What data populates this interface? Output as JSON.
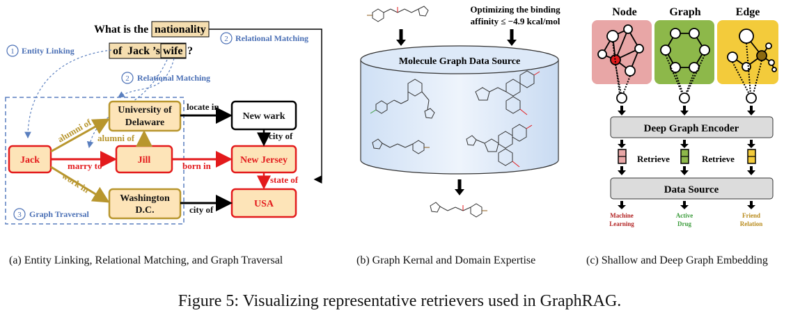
{
  "panel_a": {
    "question": {
      "w1": "What is the",
      "w2": "nationality",
      "w3": "of",
      "w4": "Jack ’s",
      "w5": "wife",
      "w6": "?"
    },
    "tags": {
      "n1": "1",
      "entity_linking": "Entity Linking",
      "n2": "2",
      "relational_matching": "Relational Matching",
      "n3": "3",
      "graph_traversal": "Graph Traversal"
    },
    "nodes": {
      "jack": "Jack",
      "udel_1": "University of",
      "udel_2": "Delaware",
      "jill": "Jill",
      "wdc_1": "Washington",
      "wdc_2": "D.C.",
      "newwark": "New wark",
      "newjersey": "New Jersey",
      "usa": "USA"
    },
    "edges": {
      "alumni_of": "alumni of",
      "marry_to": "marry to",
      "work_in": "work in",
      "locate_in": "locate in",
      "born_in": "born in",
      "city_of": "city of",
      "state_of": "state of"
    },
    "caption": "(a) Entity Linking, Relational Matching, and Graph Traversal"
  },
  "panel_b": {
    "opt_1": "Optimizing the binding",
    "opt_2": "affinity ≤ −4.9 kcal/mol",
    "source": "Molecule Graph Data Source",
    "caption": "(b) Graph Kernal and Domain Expertise"
  },
  "panel_c": {
    "heads": {
      "node": "Node",
      "graph": "Graph",
      "edge": "Edge"
    },
    "encoder": "Deep Graph Encoder",
    "retrieve": "Retrieve",
    "data_source": "Data Source",
    "outputs": {
      "ml_1": "Machine",
      "ml_2": "Learning",
      "ad_1": "Active",
      "ad_2": "Drug",
      "fr_1": "Friend",
      "fr_2": "Relation"
    },
    "colors": {
      "node": "#e8a6a6",
      "graph": "#8db84a",
      "edge": "#f3cb3b",
      "ml": "#b22222",
      "ad": "#3a9b3a",
      "fr": "#b88a1a"
    },
    "caption": "(c) Shallow and Deep Graph Embedding"
  },
  "figure_caption": "Figure 5: Visualizing representative retrievers used in GraphRAG."
}
